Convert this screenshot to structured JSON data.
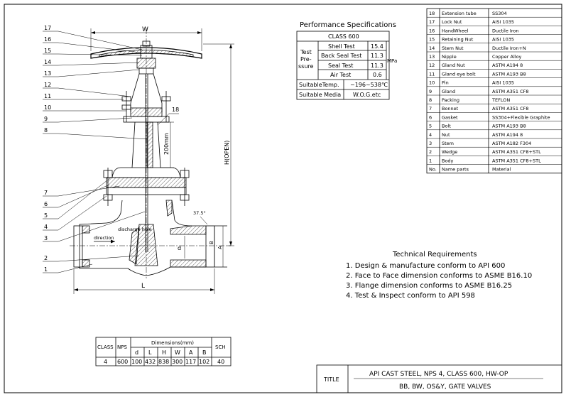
{
  "drawing": {
    "width_label": "W",
    "height_label": "H(OPEN)",
    "length_label": "L",
    "stem_dim_label": "200mm",
    "face_label": "A",
    "bore_label": "d",
    "b_label": "B",
    "chamfer_label": "37.5°",
    "direction_label": "direction",
    "discharge_label": "discharge hole",
    "balloons": [
      "17",
      "16",
      "15",
      "14",
      "13",
      "12",
      "11",
      "10",
      "9",
      "8",
      "7",
      "6",
      "5",
      "4",
      "3",
      "2",
      "1"
    ],
    "balloon_18": "18"
  },
  "perf": {
    "title": "Performance Specifications",
    "class": "CLASS 600",
    "test_label_1": "Test",
    "test_label_2": "Pre-",
    "test_label_3": "ssure",
    "rows": [
      {
        "name": "Shell Test",
        "value": "15.4"
      },
      {
        "name": "Back Seal Test",
        "value": "11.3"
      },
      {
        "name": "Seal Test",
        "value": "11.3"
      },
      {
        "name": "Air Test",
        "value": "0.6"
      }
    ],
    "unit": "MPa",
    "temp_label": "SuitableTemp.",
    "temp_value": "−196~538℃",
    "media_label": "Suitable Media",
    "media_value": "W.O.G.etc"
  },
  "parts": {
    "rows": [
      {
        "no": "18",
        "name": "Extension tube",
        "material": "SS304"
      },
      {
        "no": "17",
        "name": "Lock Nut",
        "material": "AISI 1035"
      },
      {
        "no": "16",
        "name": "HandWheel",
        "material": "Ductile Iron"
      },
      {
        "no": "15",
        "name": "Retaining Nut",
        "material": "AISI 1035"
      },
      {
        "no": "14",
        "name": "Stem Nut",
        "material": "Ductile Iron+N"
      },
      {
        "no": "13",
        "name": "Nipple",
        "material": "Copper Alloy"
      },
      {
        "no": "12",
        "name": "Gland Nut",
        "material": "ASTM A194 8"
      },
      {
        "no": "11",
        "name": "Gland eye bolt",
        "material": "ASTM A193 B8"
      },
      {
        "no": "10",
        "name": "Pin",
        "material": "AISI 1035"
      },
      {
        "no": "9",
        "name": "Gland",
        "material": "ASTM A351 CF8"
      },
      {
        "no": "8",
        "name": "Packing",
        "material": "TEFLON"
      },
      {
        "no": "7",
        "name": "Bonnet",
        "material": "ASTM A351 CF8"
      },
      {
        "no": "6",
        "name": "Gasket",
        "material": "SS304+Flexible Graphite"
      },
      {
        "no": "5",
        "name": "Bolt",
        "material": "ASTM A193 B8"
      },
      {
        "no": "4",
        "name": "Nut",
        "material": "ASTM A194 8"
      },
      {
        "no": "3",
        "name": "Stem",
        "material": "ASTM A182 F304"
      },
      {
        "no": "2",
        "name": "Wedge",
        "material": "ASTM A351 CF8+STL"
      },
      {
        "no": "1",
        "name": "Body",
        "material": "ASTM A351 CF8+STL"
      }
    ],
    "header": {
      "no": "No.",
      "name": "Name parts",
      "material": "Material"
    }
  },
  "tech": {
    "title": "Technical Requirements",
    "items": [
      "1. Design & manufacture conform to API 600",
      "2. Face to Face dimension conforms to ASME B16.10",
      "3. Flange dimension conforms to ASME B16.25",
      "4. Test & Inspect conform to API 598"
    ]
  },
  "dims": {
    "h_class": "CLASS",
    "h_nps": "NPS",
    "h_dims": "Dimensions(mm)",
    "h_sch": "SCH",
    "cols": [
      "d",
      "L",
      "H",
      "W",
      "A",
      "B"
    ],
    "row": {
      "class": "4",
      "nps": "600",
      "values": [
        "100",
        "432",
        "838",
        "300",
        "117",
        "102"
      ],
      "sch": "40"
    }
  },
  "title_block": {
    "label": "TITLE",
    "line1": "API CAST STEEL, NPS 4, CLASS 600, HW-OP",
    "line2": "BB, BW, OS&Y, GATE VALVES"
  }
}
